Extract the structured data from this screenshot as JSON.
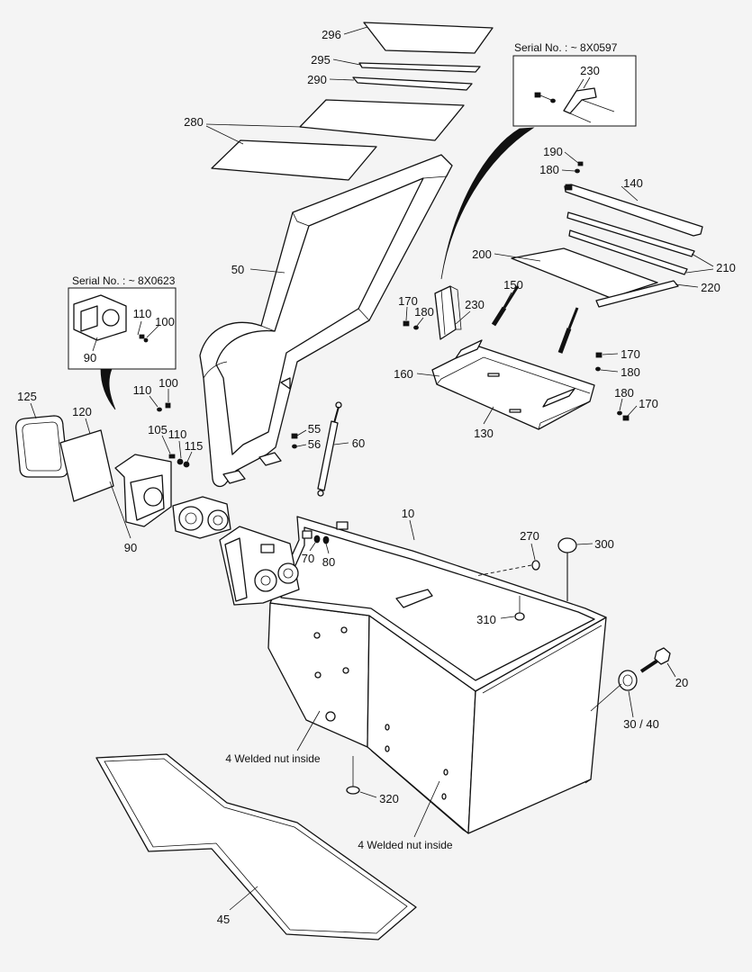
{
  "diagram": {
    "serial_notes": [
      "Serial No. : ~ 8X0597",
      "Serial No. : ~ 8X0623"
    ],
    "notes": [
      "4 Welded nut inside",
      "4 Welded nut inside"
    ],
    "callouts": [
      "296",
      "295",
      "290",
      "280",
      "230",
      "190",
      "180",
      "140",
      "210",
      "200",
      "220",
      "150",
      "170",
      "180",
      "230",
      "160",
      "170",
      "180",
      "130",
      "180",
      "170",
      "50",
      "110",
      "100",
      "90",
      "125",
      "120",
      "110",
      "100",
      "105",
      "110",
      "115",
      "90",
      "55",
      "56",
      "60",
      "10",
      "270",
      "300",
      "70",
      "80",
      "310",
      "20",
      "30 / 40",
      "320",
      "45"
    ]
  },
  "colors": {
    "line": "#111111",
    "background": "#f4f4f4",
    "part_fill": "#ffffff"
  }
}
